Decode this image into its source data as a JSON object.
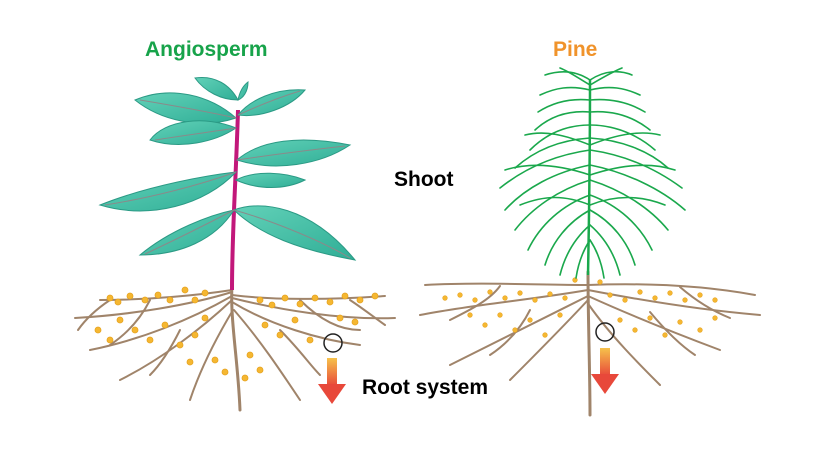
{
  "labels": {
    "angiosperm": "Angiosperm",
    "pine": "Pine",
    "shoot": "Shoot",
    "root_system": "Root system"
  },
  "colors": {
    "angiosperm_label": "#17a34a",
    "pine_label": "#f0932b",
    "leaf_fill": "#3fbfa5",
    "leaf_vein": "#8a8a8a",
    "stem": "#c2187a",
    "needle": "#1aa84c",
    "root": "#a0846a",
    "mycorrhiza": "#f5b731",
    "arrow_top": "#f6c24b",
    "arrow_bottom": "#e8483a"
  },
  "icons": [
    "magnify-circle-icon",
    "down-arrow-icon"
  ]
}
